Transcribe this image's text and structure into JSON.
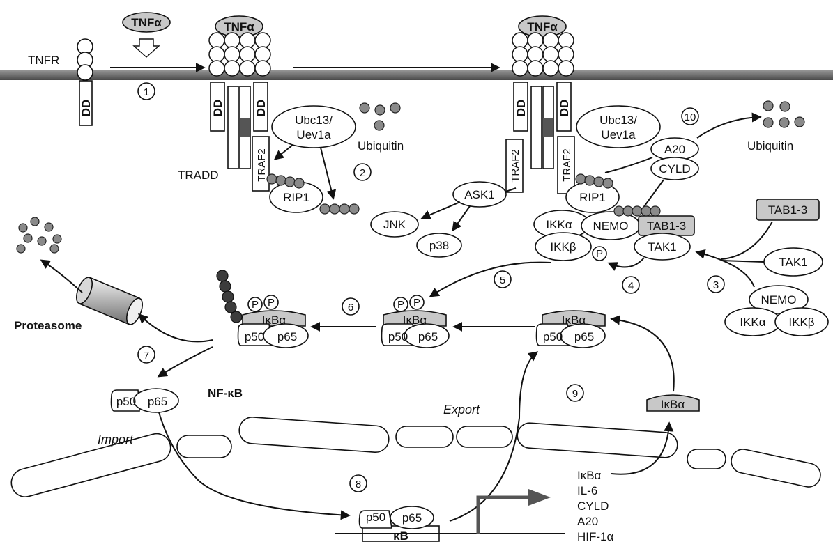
{
  "labels": {
    "tnfr": "TNFR",
    "tnfa": "TNFα",
    "dd": "DD",
    "tradd": "TRADD",
    "traf2": "TRAF2",
    "ubc13": "Ubc13/",
    "uev1a": "Uev1a",
    "ubiquitin": "Ubiquitin",
    "rip1": "RIP1",
    "ask1": "ASK1",
    "jnk": "JNK",
    "p38": "p38",
    "a20": "A20",
    "cyld": "CYLD",
    "ikka": "IKKα",
    "ikkb": "IKKβ",
    "nemo": "NEMO",
    "tab13": "TAB1-3",
    "tak1": "TAK1",
    "p": "P",
    "ikba": "IκBα",
    "p50": "p50",
    "p65": "p65",
    "kb": "κB",
    "nfkb": "NF-κB",
    "proteasome": "Proteasome",
    "import": "Import",
    "export": "Export"
  },
  "steps": [
    "1",
    "2",
    "3",
    "4",
    "5",
    "6",
    "7",
    "8",
    "9",
    "10"
  ],
  "target_genes": [
    "IκBα",
    "IL-6",
    "CYLD",
    "A20",
    "HIF-1α"
  ]
}
